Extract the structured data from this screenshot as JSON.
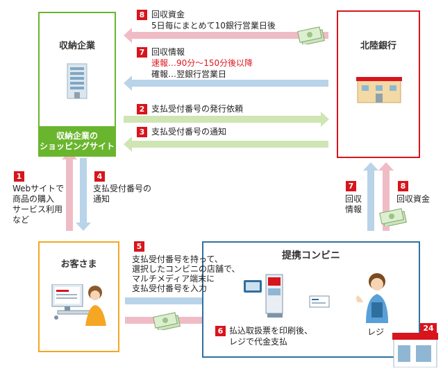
{
  "company": {
    "title": "収納企業",
    "site_label_1": "収納企業の",
    "site_label_2": "ショッピングサイト"
  },
  "bank": {
    "title": "北陸銀行"
  },
  "customer": {
    "title": "お客さま"
  },
  "conbini": {
    "title": "提携コンビニ",
    "register_label": "レジ",
    "store_badge": "24"
  },
  "steps": {
    "s8_top": {
      "num": "8",
      "line1": "回収資金",
      "line2": "5日毎にまとめて10銀行営業日後"
    },
    "s7_top": {
      "num": "7",
      "line1": "回収情報",
      "line2": "速報…90分～150分後以降",
      "line3": "確報…翌銀行営業日"
    },
    "s2": {
      "num": "2",
      "text": "支払受付番号の発行依頼"
    },
    "s3": {
      "num": "3",
      "text": "支払受付番号の通知"
    },
    "s1": {
      "num": "1",
      "line1": "Webサイトで",
      "line2": "商品の購入",
      "line3": "サービス利用",
      "line4": "など"
    },
    "s4": {
      "num": "4",
      "line1": "支払受付番号の",
      "line2": "通知"
    },
    "s7_side": {
      "num": "7",
      "line1": "回収",
      "line2": "情報"
    },
    "s8_side": {
      "num": "8",
      "text": "回収資金"
    },
    "s5": {
      "num": "5",
      "line1": "支払受付番号を持って、",
      "line2": "選択したコンビニの店舗で、",
      "line3": "マルチメディア端末に",
      "line4": "支払受付番号を入力"
    },
    "s6": {
      "num": "6",
      "line1": "払込取扱票を印刷後、",
      "line2": "レジで代金支払"
    }
  },
  "colors": {
    "green": "#6ab52e",
    "red": "#d8141c",
    "blue": "#2f6f9e",
    "arrow_blue": "#b9d3e8",
    "arrow_pink": "#efbcc6",
    "arrow_green": "#cfe5b3"
  }
}
